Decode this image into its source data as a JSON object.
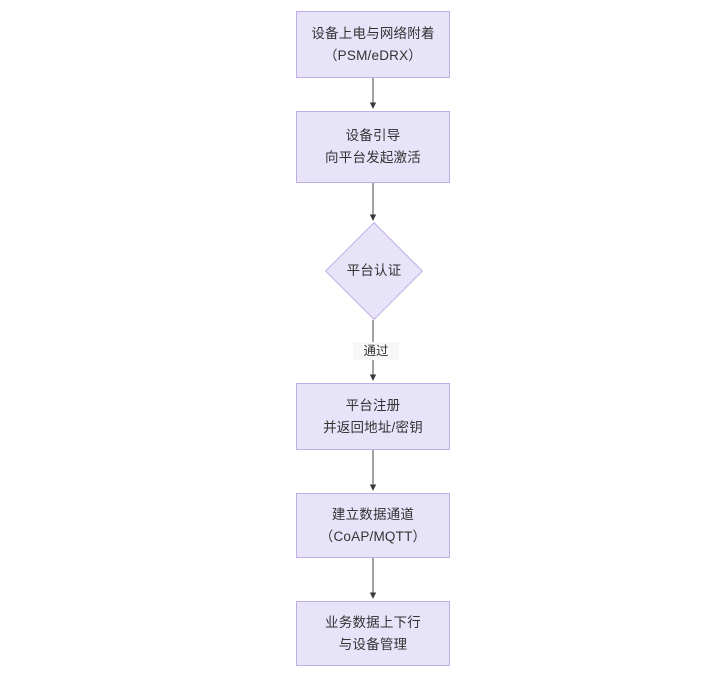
{
  "diagram": {
    "type": "flowchart",
    "orientation": "top-to-bottom",
    "background_color": "#ffffff",
    "node_fill_color": "#e7e4f9",
    "node_border_color": "#c2aee6",
    "connector_color": "#555555",
    "text_color": "#333333",
    "nodes": [
      {
        "id": "power-on",
        "shape": "rectangle",
        "line1": "设备上电与网络附着",
        "line2": "（PSM/eDRX）",
        "text": "设备上电与网络附着\n（PSM/eDRX）"
      },
      {
        "id": "bootstrap",
        "shape": "rectangle",
        "line1": "设备引导",
        "line2": "向平台发起激活",
        "text": "设备引导\n向平台发起激活"
      },
      {
        "id": "platform-auth",
        "shape": "diamond",
        "line1": "平台认证",
        "line2": "",
        "text": "平台认证"
      },
      {
        "id": "platform-register",
        "shape": "rectangle",
        "line1": "平台注册",
        "line2": "并返回地址/密钥",
        "text": "平台注册\n并返回地址/密钥"
      },
      {
        "id": "data-channel",
        "shape": "rectangle",
        "line1": "建立数据通道",
        "line2": "（CoAP/MQTT）",
        "text": "建立数据通道\n（CoAP/MQTT）"
      },
      {
        "id": "business-data",
        "shape": "rectangle",
        "line1": "业务数据上下行",
        "line2": "与设备管理",
        "text": "业务数据上下行\n与设备管理"
      }
    ],
    "edges": [
      {
        "id": "e1",
        "from": "power-on",
        "to": "bootstrap",
        "label": ""
      },
      {
        "id": "e2",
        "from": "bootstrap",
        "to": "platform-auth",
        "label": ""
      },
      {
        "id": "e3",
        "from": "platform-auth",
        "to": "platform-register",
        "label": "通过"
      },
      {
        "id": "e4",
        "from": "platform-register",
        "to": "data-channel",
        "label": ""
      },
      {
        "id": "e5",
        "from": "data-channel",
        "to": "business-data",
        "label": ""
      }
    ]
  }
}
